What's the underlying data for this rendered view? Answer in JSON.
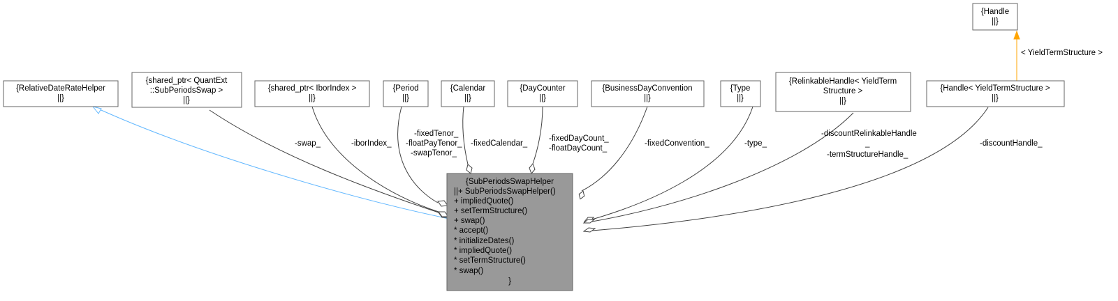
{
  "diagram": {
    "main_class": {
      "lines": [
        "{SubPeriodsSwapHelper",
        "||+ SubPeriodsSwapHelper()",
        "+ impliedQuote()",
        "+ setTermStructure()",
        "+ swap()",
        "* accept()",
        "* initializeDates()",
        "* impliedQuote()",
        "* setTermStructure()",
        "* swap()",
        "}"
      ]
    },
    "nodes": [
      {
        "id": "relative-date-rate-helper",
        "lines": [
          "{RelativeDateRateHelper",
          "||}"
        ]
      },
      {
        "id": "shared-ptr-subperiodsswap",
        "lines": [
          "{shared_ptr< QuantExt",
          "::SubPeriodsSwap >",
          "||}"
        ]
      },
      {
        "id": "shared-ptr-iborindex",
        "lines": [
          "{shared_ptr< IborIndex >",
          "||}"
        ]
      },
      {
        "id": "period",
        "lines": [
          "{Period",
          "||}"
        ]
      },
      {
        "id": "calendar",
        "lines": [
          "{Calendar",
          "||}"
        ]
      },
      {
        "id": "daycounter",
        "lines": [
          "{DayCounter",
          "||}"
        ]
      },
      {
        "id": "business-day-convention",
        "lines": [
          "{BusinessDayConvention",
          "||}"
        ]
      },
      {
        "id": "type",
        "lines": [
          "{Type",
          "||}"
        ]
      },
      {
        "id": "relinkable-handle",
        "lines": [
          "{RelinkableHandle< YieldTerm",
          "Structure >",
          "||}"
        ]
      },
      {
        "id": "handle-yieldtermstructure",
        "lines": [
          "{Handle< YieldTermStructure >",
          "||}"
        ]
      },
      {
        "id": "handle",
        "lines": [
          "{Handle",
          "||}"
        ]
      }
    ],
    "edges": [
      {
        "id": "inherit-relative",
        "kind": "inheritance",
        "labels": []
      },
      {
        "id": "swap",
        "kind": "aggregation",
        "labels": [
          "-swap_"
        ]
      },
      {
        "id": "ibor",
        "kind": "aggregation",
        "labels": [
          "-iborIndex_"
        ]
      },
      {
        "id": "period",
        "kind": "aggregation",
        "labels": [
          "-fixedTenor_",
          "-floatPayTenor_",
          "-swapTenor_"
        ]
      },
      {
        "id": "calendar",
        "kind": "aggregation",
        "labels": [
          "-fixedCalendar_"
        ]
      },
      {
        "id": "daycounter",
        "kind": "aggregation",
        "labels": [
          "-fixedDayCount_",
          "-floatDayCount_"
        ]
      },
      {
        "id": "convention",
        "kind": "aggregation",
        "labels": [
          "-fixedConvention_"
        ]
      },
      {
        "id": "type",
        "kind": "aggregation",
        "labels": [
          "-type_"
        ]
      },
      {
        "id": "relinkable",
        "kind": "aggregation",
        "labels": [
          "-discountRelinkableHandle",
          "_",
          "-termStructureHandle_"
        ]
      },
      {
        "id": "discount",
        "kind": "aggregation",
        "labels": [
          "-discountHandle_"
        ]
      },
      {
        "id": "template-handle",
        "kind": "template",
        "labels": [
          "< YieldTermStructure >"
        ]
      }
    ],
    "colors": {
      "main_fill": "#999999",
      "node_fill": "#ffffff",
      "node_stroke": "#666666",
      "edge": "#404040",
      "inheritance": "#63b8ff",
      "template": "#ffa500"
    }
  }
}
